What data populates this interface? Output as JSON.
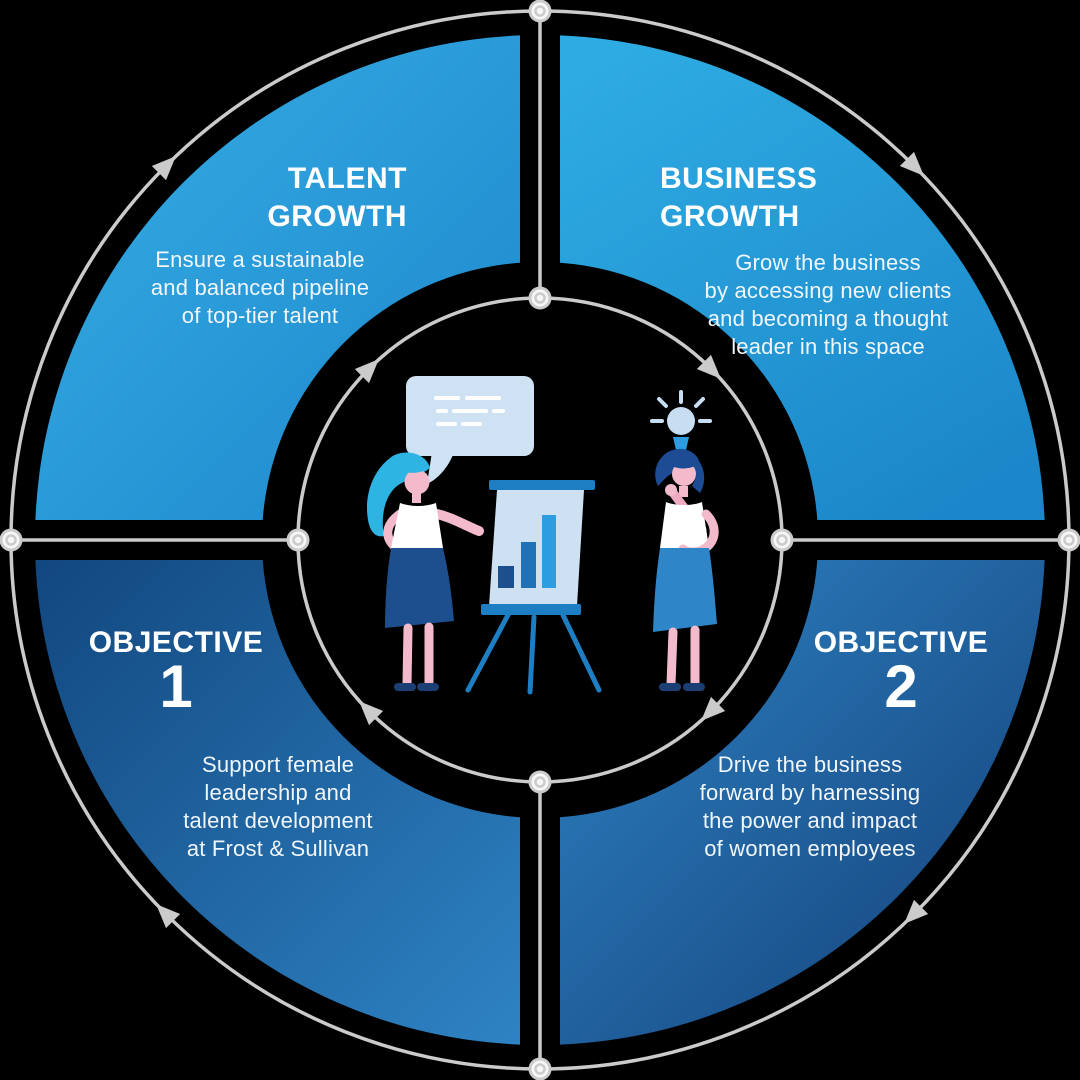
{
  "diagram_type": "circular-strategy-cycle",
  "quadrants": [
    {
      "id": "talent-growth",
      "title_lines": [
        "TALENT",
        "GROWTH"
      ],
      "body_lines": [
        "Ensure a sustainable",
        "and balanced pipeline",
        "of top-tier talent"
      ]
    },
    {
      "id": "business-growth",
      "title_lines": [
        "BUSINESS",
        "GROWTH"
      ],
      "body_lines": [
        "Grow the business",
        "by accessing new clients",
        "and becoming a thought",
        "leader in this space"
      ]
    },
    {
      "id": "objective-1",
      "title": "OBJECTIVE",
      "number": "1",
      "body_lines": [
        "Support female",
        "leadership and",
        "talent development",
        "at Frost  & Sullivan"
      ]
    },
    {
      "id": "objective-2",
      "title": "OBJECTIVE",
      "number": "2",
      "body_lines": [
        "Drive the business",
        "forward by harnessing",
        "the power and impact",
        "of women employees"
      ]
    }
  ],
  "icons": [
    "cycle-arrow-icon",
    "cycle-node-icon",
    "speech-bubble-icon",
    "flipchart-bar-chart-icon",
    "lightbulb-icon"
  ],
  "palette": {
    "bg": "#000000",
    "line_gray": "#cbcbcb",
    "text_white": "#ffffff",
    "text_soft": "#f0f6fb",
    "tl_light": "#36aee5",
    "tl_dark": "#1d86cb",
    "tr_light": "#2eabe2",
    "tr_dark": "#1b86c9",
    "bl_dark": "#12477f",
    "bl_light": "#2e83c4",
    "br_light": "#2e84c5",
    "br_dark": "#133e76",
    "bubble_blue": "#cfe2f3",
    "board_blue": "#cde1f2",
    "frame_blue": "#1e7ec4",
    "bar_dark": "#1d4e8d",
    "bar_mid": "#2071b5",
    "bar_bright": "#2b9de0",
    "hair_cyan": "#2eb4e3",
    "hair_navy": "#1d4b94",
    "skin_pink": "#f3bacb",
    "skin_shade": "#edaac2",
    "skirt_navy": "#1d4e8d",
    "skirt_azure": "#2e86c8",
    "shoe_navy": "#1b3f74",
    "top_white": "#ffffff",
    "bulb_blue": "#c7ddf1"
  }
}
